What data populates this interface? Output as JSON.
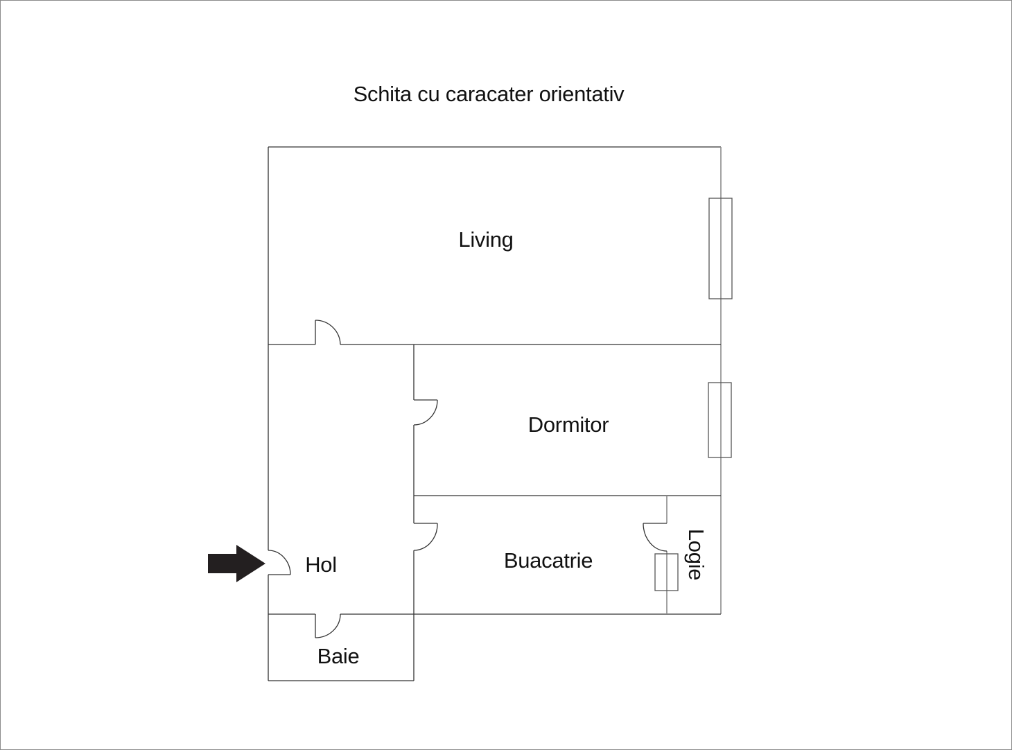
{
  "title": "Schita cu caracater orientativ",
  "rooms": {
    "living": "Living",
    "dormitor": "Dormitor",
    "bucatarie": "Buacatrie",
    "logie": "Logie",
    "hol": "Hol",
    "baie": "Baie"
  },
  "icons": {
    "entrance": "entrance-arrow-icon",
    "door": "door-swing-icon",
    "window": "window-icon"
  },
  "colors": {
    "wall": "#333333",
    "frame": "#8a8a8a",
    "arrow": "#231f20",
    "background": "#ffffff"
  }
}
